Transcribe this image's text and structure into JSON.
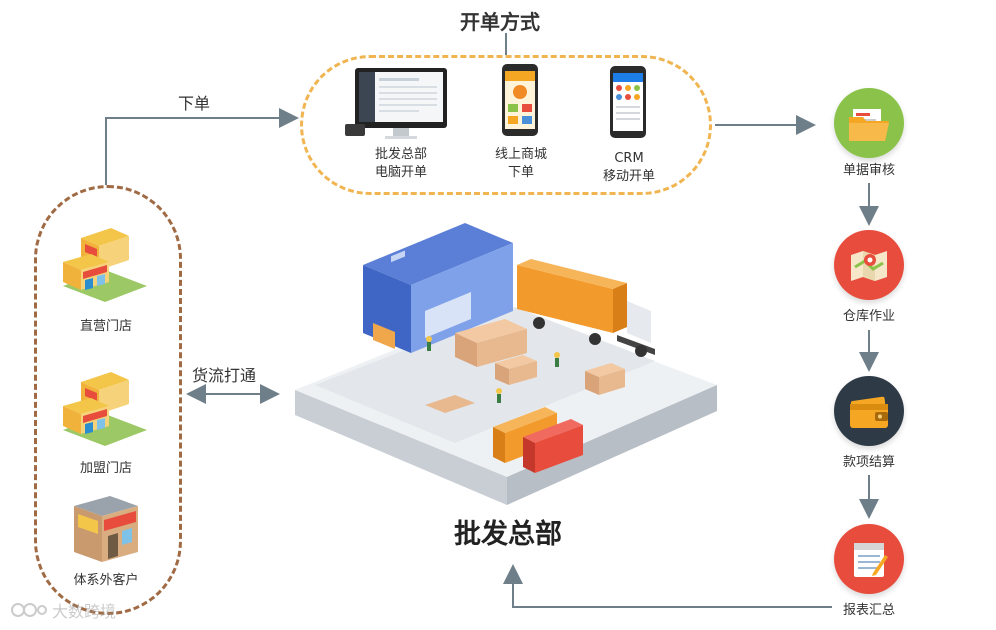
{
  "texts": {
    "top_title": "开单方式",
    "order": "下单",
    "logistics": "货流打通",
    "hq": "批发总部",
    "device_pc_1": "批发总部",
    "device_pc_2": "电脑开单",
    "device_shop_1": "线上商城",
    "device_shop_2": "下单",
    "device_crm_1": "CRM",
    "device_crm_2": "移动开单",
    "store_direct": "直营门店",
    "store_join": "加盟门店",
    "store_outside": "体系外客户",
    "step_1": "单据审核",
    "step_2": "仓库作业",
    "step_3": "款项结算",
    "step_4": "报表汇总",
    "watermark": "大数跨境"
  },
  "colors": {
    "green_step": "#8bc34a",
    "red_step": "#e84c3d",
    "dark_step": "#2e3b47",
    "dashed_top": "#f0b450",
    "dashed_left": "#a06a44",
    "arrow": "#6f7f8a"
  },
  "icons": {
    "pc": "desktop-computer-icon",
    "shop": "mobile-shop-icon",
    "crm": "mobile-crm-icon",
    "store": "storefront-icon",
    "folder": "folder-icon",
    "map": "map-pin-icon",
    "wallet": "wallet-icon",
    "notes": "notepad-icon",
    "warehouse": "warehouse-illustration"
  }
}
